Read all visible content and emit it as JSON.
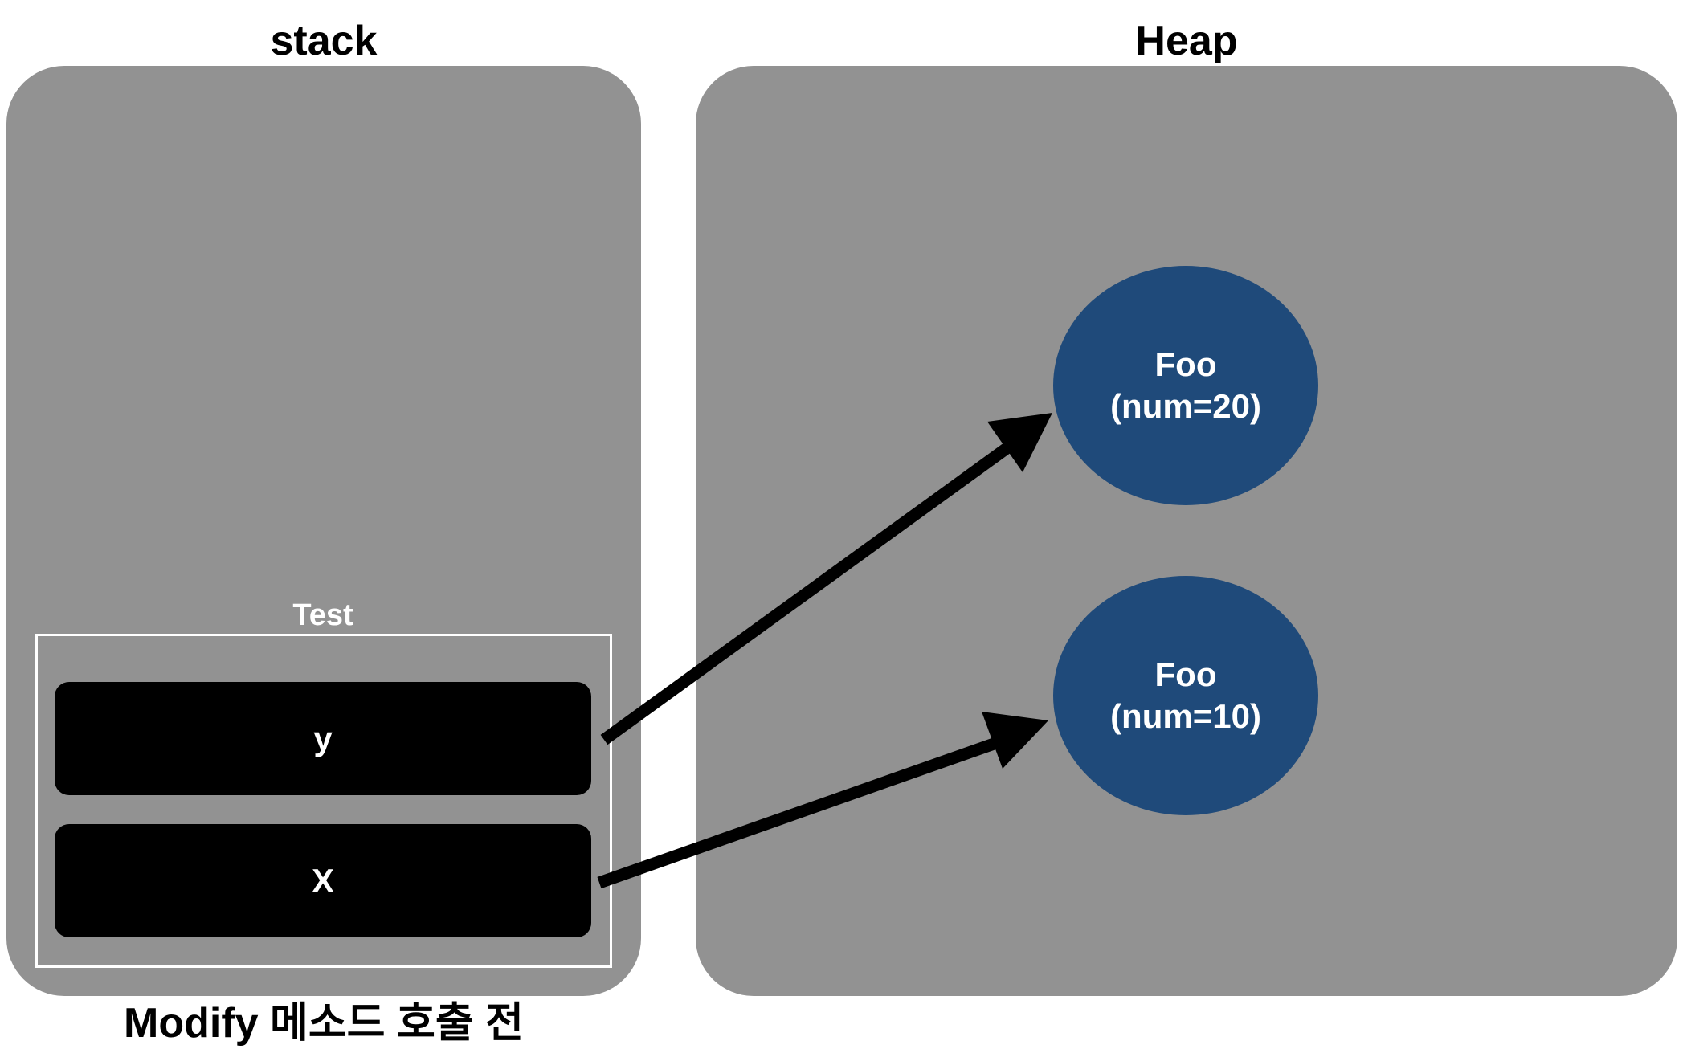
{
  "stack": {
    "title": "stack",
    "frame": {
      "title": "Test",
      "variables": [
        "y",
        "X"
      ]
    }
  },
  "heap": {
    "title": "Heap",
    "objects": [
      {
        "name": "Foo",
        "value": "(num=20)"
      },
      {
        "name": "Foo",
        "value": "(num=10)"
      }
    ]
  },
  "caption": "Modify 메소드 호출 전",
  "colors": {
    "panel": "#929292",
    "object": "#1f4a7a",
    "slot": "#000000"
  }
}
